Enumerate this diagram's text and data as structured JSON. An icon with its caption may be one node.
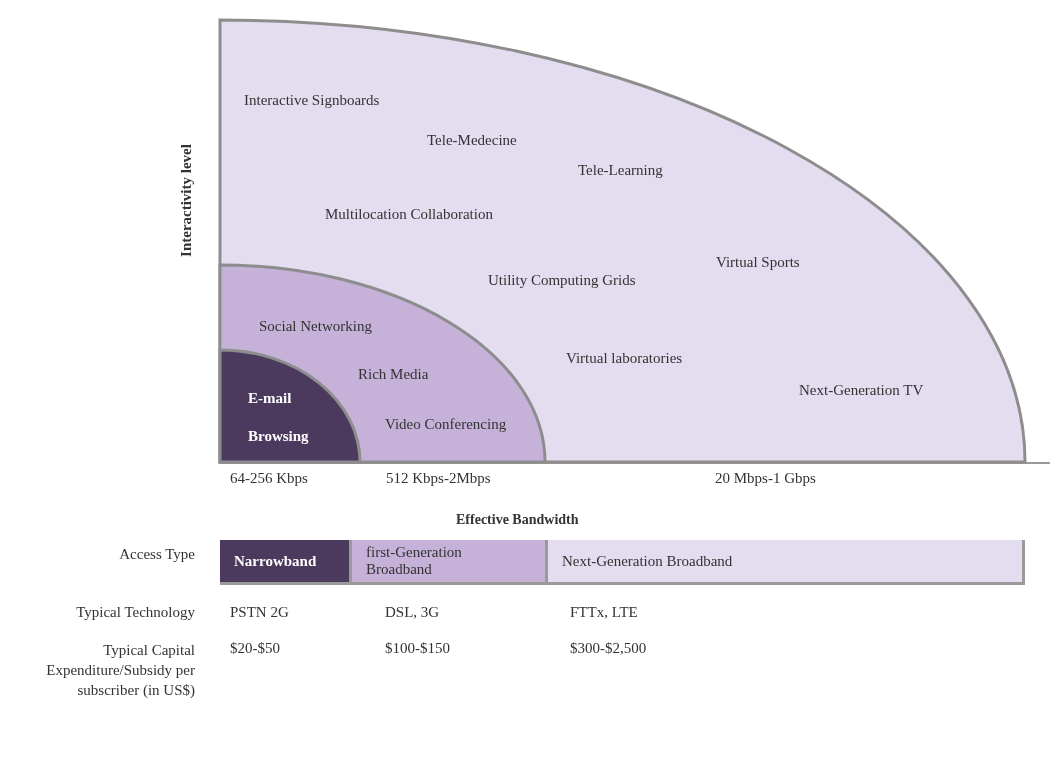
{
  "diagram": {
    "nodes": [
      {
        "text": [
          "Interactive Signboards",
          "Tele-Medecine",
          "Tele-Learning",
          "Multilocation Collaboration",
          "Utility Computing Grids",
          "Virtual Sports",
          "Virtual laboratories",
          "Next-Generation TV"
        ]
      },
      {
        "text": [
          "Social Networking",
          "Rich Media",
          "Video Conferencing"
        ],
        "in": 0
      },
      {
        "text": [
          "E-mail",
          "Browsing"
        ],
        "in": 1
      },
      {
        "text": [
          "Narrowband"
        ]
      },
      {
        "text": [
          "first-Generation Broadband"
        ]
      },
      {
        "text": [
          "Next-Generation Broadband"
        ]
      }
    ],
    "edges": [],
    "labels": [
      "Interactivity level",
      "64-256 Kbps",
      "512 Kbps-2Mbps",
      "20 Mbps-1 Gbps",
      "Effective Bandwidth",
      "Access Type",
      "Typical Technology",
      "PSTN 2G",
      "DSL, 3G",
      "FTTx, LTE",
      "Typical Capital Expenditure/Subsidy per subscriber (in US$)",
      "$20-$50",
      "$100-$150",
      "$300-$2,500"
    ]
  }
}
